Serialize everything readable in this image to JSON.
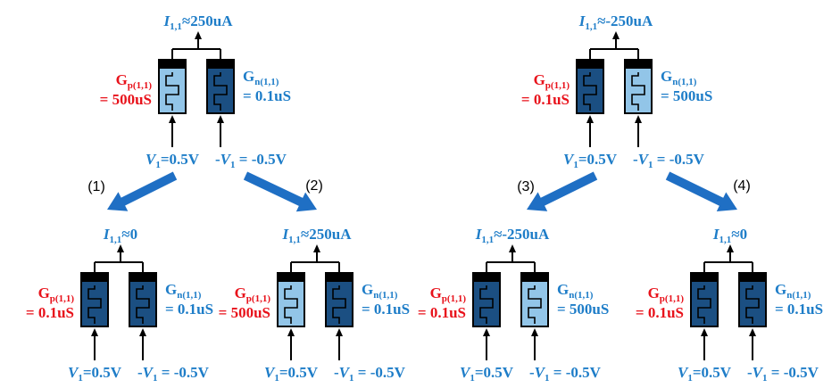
{
  "colors": {
    "blue_text": "#1e7dc8",
    "red_text": "#e8121b",
    "arrow_blue": "#1f6fc4",
    "device_dark": "#1b4f82",
    "device_light": "#92c5e8",
    "wire": "#000000"
  },
  "circuits": [
    {
      "current": {
        "sym": "I",
        "sub": "1,1",
        "rel": "≈250uA"
      },
      "gp": {
        "name": "G",
        "sub": "p(1,1)",
        "value": "= 500uS",
        "state": "light"
      },
      "gn": {
        "name": "G",
        "sub": "n(1,1)",
        "value": "= 0.1uS",
        "state": "dark"
      },
      "vin": {
        "sym": "V",
        "sub": "1",
        "rel": "=0.5V"
      },
      "vneg": {
        "pre": "-",
        "sym": "V",
        "sub": "1",
        "rel": " = -0.5V"
      }
    },
    {
      "current": {
        "sym": "I",
        "sub": "1,1",
        "rel": "≈-250uA"
      },
      "gp": {
        "name": "G",
        "sub": "p(1,1)",
        "value": "= 0.1uS",
        "state": "dark"
      },
      "gn": {
        "name": "G",
        "sub": "n(1,1)",
        "value": "= 500uS",
        "state": "light"
      },
      "vin": {
        "sym": "V",
        "sub": "1",
        "rel": "=0.5V"
      },
      "vneg": {
        "pre": "-",
        "sym": "V",
        "sub": "1",
        "rel": " = -0.5V"
      }
    },
    {
      "current": {
        "sym": "I",
        "sub": "1,1",
        "rel": "≈0"
      },
      "gp": {
        "name": "G",
        "sub": "p(1,1)",
        "value": "= 0.1uS",
        "state": "dark"
      },
      "gn": {
        "name": "G",
        "sub": "n(1,1)",
        "value": "= 0.1uS",
        "state": "dark"
      },
      "vin": {
        "sym": "V",
        "sub": "1",
        "rel": "=0.5V"
      },
      "vneg": {
        "pre": "-",
        "sym": "V",
        "sub": "1",
        "rel": " = -0.5V"
      }
    },
    {
      "current": {
        "sym": "I",
        "sub": "1,1",
        "rel": "≈250uA"
      },
      "gp": {
        "name": "G",
        "sub": "p(1,1)",
        "value": "= 500uS",
        "state": "light"
      },
      "gn": {
        "name": "G",
        "sub": "n(1,1)",
        "value": "= 0.1uS",
        "state": "dark"
      },
      "vin": {
        "sym": "V",
        "sub": "1",
        "rel": "=0.5V"
      },
      "vneg": {
        "pre": "-",
        "sym": "V",
        "sub": "1",
        "rel": " = -0.5V"
      }
    },
    {
      "current": {
        "sym": "I",
        "sub": "1,1",
        "rel": "≈-250uA"
      },
      "gp": {
        "name": "G",
        "sub": "p(1,1)",
        "value": "= 0.1uS",
        "state": "dark"
      },
      "gn": {
        "name": "G",
        "sub": "n(1,1)",
        "value": "= 500uS",
        "state": "light"
      },
      "vin": {
        "sym": "V",
        "sub": "1",
        "rel": "=0.5V"
      },
      "vneg": {
        "pre": "-",
        "sym": "V",
        "sub": "1",
        "rel": " = -0.5V"
      }
    },
    {
      "current": {
        "sym": "I",
        "sub": "1,1",
        "rel": "≈0"
      },
      "gp": {
        "name": "G",
        "sub": "p(1,1)",
        "value": "= 0.1uS",
        "state": "dark"
      },
      "gn": {
        "name": "G",
        "sub": "n(1,1)",
        "value": "= 0.1uS",
        "state": "dark"
      },
      "vin": {
        "sym": "V",
        "sub": "1",
        "rel": "=0.5V"
      },
      "vneg": {
        "pre": "-",
        "sym": "V",
        "sub": "1",
        "rel": " = -0.5V"
      }
    }
  ],
  "transitions": [
    {
      "label": "(1)"
    },
    {
      "label": "(2)"
    },
    {
      "label": "(3)"
    },
    {
      "label": "(4)"
    }
  ]
}
